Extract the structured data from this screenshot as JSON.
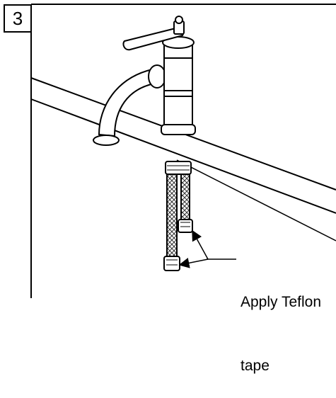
{
  "step": {
    "number": "3"
  },
  "callout": {
    "line1": "Apply Teflon",
    "line2": "tape"
  },
  "colors": {
    "ink": "#000000",
    "paper": "#ffffff",
    "hose_shade": "#6b6b6b"
  },
  "icons": {
    "faucet": "single-handle-faucet-illustration",
    "hoses": "braided-supply-hoses-illustration",
    "arrow": "callout-arrow"
  }
}
